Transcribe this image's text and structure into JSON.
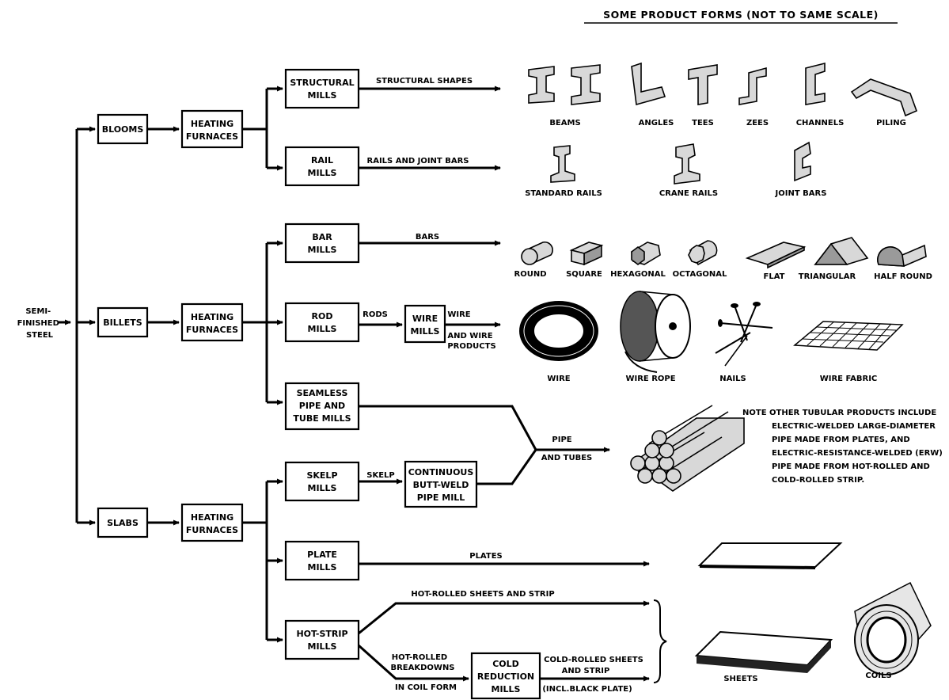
{
  "title": "SOME PRODUCT FORMS (NOT TO SAME SCALE)",
  "source": [
    "SEMI-",
    "FINISHED",
    "STEEL"
  ],
  "nodes": {
    "blooms": [
      "BLOOMS"
    ],
    "billets": [
      "BILLETS"
    ],
    "slabs": [
      "SLABS"
    ],
    "heating1": [
      "HEATING",
      "FURNACES"
    ],
    "heating2": [
      "HEATING",
      "FURNACES"
    ],
    "heating3": [
      "HEATING",
      "FURNACES"
    ],
    "structural": [
      "STRUCTURAL",
      "MILLS"
    ],
    "rail": [
      "RAIL",
      "MILLS"
    ],
    "bar": [
      "BAR",
      "MILLS"
    ],
    "rod": [
      "ROD",
      "MILLS"
    ],
    "wire": [
      "WIRE",
      "MILLS"
    ],
    "seamless": [
      "SEAMLESS",
      "PIPE AND",
      "TUBE MILLS"
    ],
    "skelp": [
      "SKELP",
      "MILLS"
    ],
    "buttweld": [
      "CONTINUOUS",
      "BUTT-WELD",
      "PIPE MILL"
    ],
    "plate": [
      "PLATE",
      "MILLS"
    ],
    "hotstrip": [
      "HOT-STRIP",
      "MILLS"
    ],
    "cold": [
      "COLD",
      "REDUCTION",
      "MILLS"
    ]
  },
  "edges": {
    "structural_shapes": "STRUCTURAL SHAPES",
    "rails": "RAILS AND JOINT BARS",
    "bars": "BARS",
    "rods": "RODS",
    "wire1": "WIRE",
    "wire2": "AND WIRE",
    "wire3": "PRODUCTS",
    "pipe1": "PIPE",
    "pipe2": "AND TUBES",
    "skelp": "SKELP",
    "plates": "PLATES",
    "hot_rolled": "HOT-ROLLED SHEETS AND STRIP",
    "breakdown1": "HOT-ROLLED",
    "breakdown2": "BREAKDOWNS",
    "breakdown3": "IN COIL FORM",
    "cold1": "COLD-ROLLED SHEETS",
    "cold2": "AND STRIP",
    "cold3": "(INCL.BLACK PLATE)"
  },
  "products": {
    "beams": "BEAMS",
    "angles": "ANGLES",
    "tees": "TEES",
    "zees": "ZEES",
    "channels": "CHANNELS",
    "piling": "PILING",
    "standard_rails": "STANDARD RAILS",
    "crane_rails": "CRANE RAILS",
    "joint_bars": "JOINT BARS",
    "round": "ROUND",
    "square": "SQUARE",
    "hexagonal": "HEXAGONAL",
    "octagonal": "OCTAGONAL",
    "flat": "FLAT",
    "triangular": "TRIANGULAR",
    "half_round": "HALF ROUND",
    "wire": "WIRE",
    "wire_rope": "WIRE ROPE",
    "nails": "NAILS",
    "wire_fabric": "WIRE FABRIC",
    "sheets": "SHEETS",
    "coils": "COILS"
  },
  "note": [
    "NOTE  OTHER TUBULAR PRODUCTS INCLUDE",
    "ELECTRIC-WELDED LARGE-DIAMETER",
    "PIPE MADE FROM PLATES, AND",
    "ELECTRIC-RESISTANCE-WELDED (ERW)",
    "PIPE MADE FROM HOT-ROLLED AND",
    "COLD-ROLLED STRIP."
  ],
  "colors": {
    "ink": "#000000",
    "shade": "#d8d8d8",
    "dark_shade": "#9a9a9a",
    "paper": "#ffffff"
  }
}
